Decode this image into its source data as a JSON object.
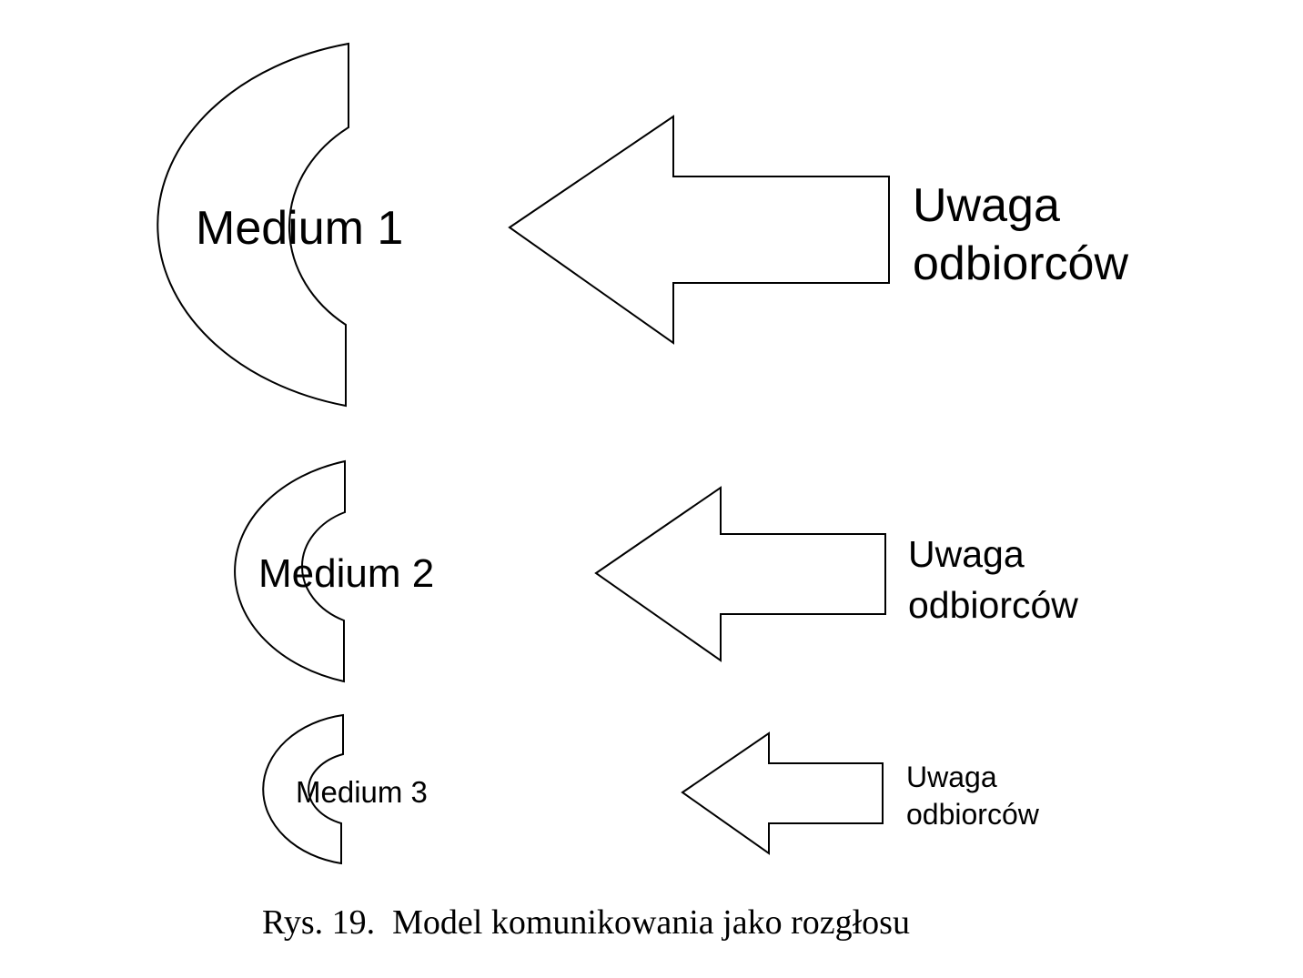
{
  "rows": [
    {
      "medium_label": "Medium 1",
      "attention_line1": "Uwaga",
      "attention_line2": "odbiorców"
    },
    {
      "medium_label": "Medium 2",
      "attention_line1": "Uwaga",
      "attention_line2": "odbiorców"
    },
    {
      "medium_label": "Medium 3",
      "attention_line1": "Uwaga",
      "attention_line2": "odbiorców"
    }
  ],
  "caption": "Rys. 19.  Model komunikowania jako rozgłosu",
  "colors": {
    "stroke": "#000000",
    "fill": "#ffffff"
  }
}
